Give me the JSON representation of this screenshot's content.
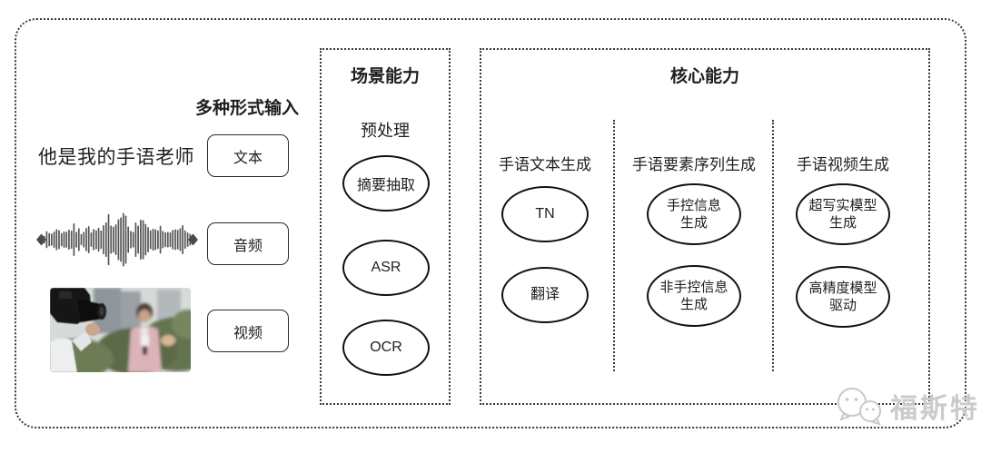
{
  "input": {
    "header": "多种形式输入",
    "sample_text": "他是我的手语老师",
    "items": [
      {
        "label": "文本"
      },
      {
        "label": "音频"
      },
      {
        "label": "视频"
      }
    ],
    "media": {
      "waveform_icon": "audio-waveform",
      "photo_icon": "camera-filming-reporter-photo"
    }
  },
  "scene": {
    "title": "场景能力",
    "subtitle": "预处理",
    "nodes": [
      "摘要抽取",
      "ASR",
      "OCR"
    ]
  },
  "core": {
    "title": "核心能力",
    "columns": [
      {
        "header": "手语文本生成",
        "nodes": [
          {
            "lines": [
              "TN"
            ]
          },
          {
            "lines": [
              "翻译"
            ]
          }
        ]
      },
      {
        "header": "手语要素序列生成",
        "nodes": [
          {
            "lines": [
              "手控信息",
              "生成"
            ]
          },
          {
            "lines": [
              "非手控信息",
              "生成"
            ]
          }
        ]
      },
      {
        "header": "手语视频生成",
        "nodes": [
          {
            "lines": [
              "超写实模型",
              "生成"
            ]
          },
          {
            "lines": [
              "高精度模型",
              "驱动"
            ]
          }
        ]
      }
    ]
  },
  "watermark": {
    "text": "福斯特",
    "icon": "chat-bubbles-icon"
  },
  "colors": {
    "border": "#3a3a3a",
    "node_stroke": "#101010",
    "text": "#1f1f1f",
    "watermark": "#cbcbcb",
    "waveform": "#3d3d3d"
  }
}
